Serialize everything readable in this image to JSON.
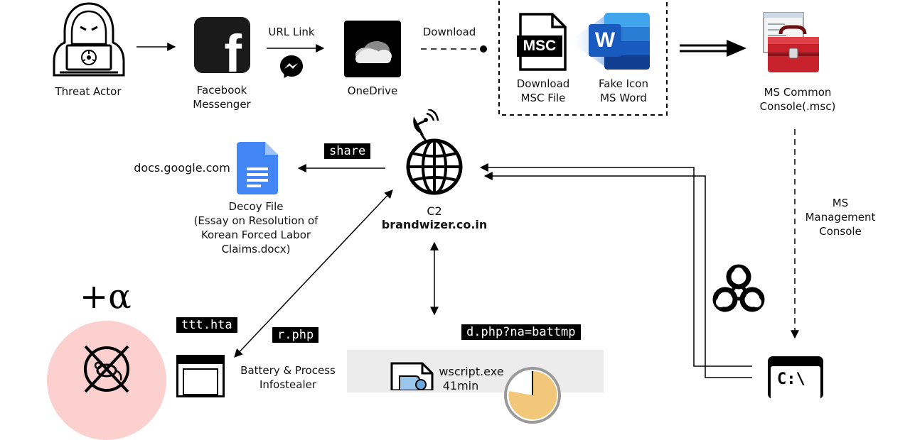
{
  "nodes": {
    "threat_actor": "Threat Actor",
    "facebook_messenger": [
      "Facebook",
      "Messenger"
    ],
    "onedrive": "OneDrive",
    "download_msc_file": [
      "Download",
      "MSC File"
    ],
    "fake_icon_ms_word": [
      "Fake Icon",
      "MS Word"
    ],
    "ms_common_console": [
      "MS Common",
      "Console(.msc)"
    ],
    "ms_management_console": [
      "MS",
      "Management",
      "Console"
    ],
    "c2": "C2",
    "c2_domain": "brandwizer.co.in",
    "docs_domain": "docs.google.com",
    "decoy_file": [
      "Decoy File",
      "(Essay on Resolution of",
      "Korean Forced Labor",
      "Claims.docx)"
    ],
    "battery_infostealer": [
      "Battery & Process",
      "Infostealer"
    ],
    "wscript_exe": "wscript.exe",
    "wscript_interval": "41min",
    "plus_alpha": "+α"
  },
  "edges": {
    "url_link": "URL Link",
    "download": "Download"
  },
  "tags": {
    "share": "share",
    "ttt_hta": "ttt.hta",
    "r_php": "r.php",
    "d_php": "d.php?na=battmp"
  },
  "icons": {
    "msc_badge": "MSC",
    "word_letter": "W",
    "facebook_letter": "f",
    "terminal_prompt": "C:\\"
  },
  "colors": {
    "facebook": "#1a1a1a",
    "onedrive": "#000000",
    "word_blue": "#185abd",
    "google_docs_blue": "#4285f4",
    "toolbox_red": "#c8232c",
    "warning_pink": "#fbd0cf"
  }
}
